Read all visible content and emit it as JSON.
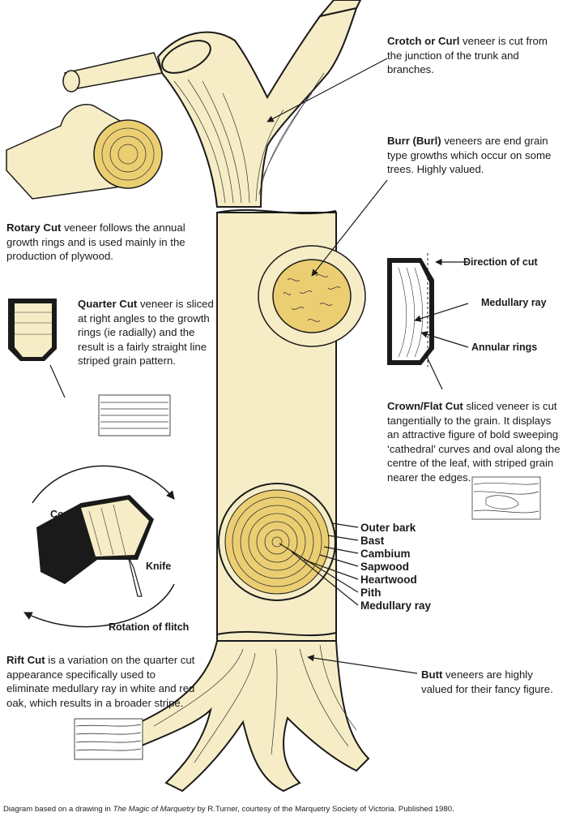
{
  "colors": {
    "wood": "#f6edc6",
    "burl": "#ecce72",
    "outline": "#1a1a1a"
  },
  "callouts": {
    "crotch": {
      "term": "Crotch or Curl",
      "text": " veneer is cut from the junction of the trunk and branches."
    },
    "burr": {
      "term": "Burr (Burl)",
      "text": " veneers are end grain type growths which occur on some trees. Highly valued."
    },
    "rotary": {
      "term": "Rotary Cut",
      "text": " veneer follows the annual growth rings and is used mainly in the production of plywood."
    },
    "quarter": {
      "term": "Quarter Cut",
      "text": " veneer is sliced at right angles to the growth rings (ie radially) and the result is a fairly straight line striped grain pattern."
    },
    "crown": {
      "term": "Crown/Flat Cut",
      "text": " sliced veneer is cut tangentially to the grain. It displays an attractive figure of bold sweeping ‘cathedral’ curves and oval along the centre of the leaf, with striped grain nearer the edges."
    },
    "rift": {
      "term": "Rift Cut",
      "text": " is a variation on the quarter cut appearance specifically used to eliminate medullary ray in white and red oak, which results in a broader stripe."
    },
    "butt": {
      "term": "Butt",
      "text": " veneers are highly valued for their fancy figure."
    }
  },
  "crown_labels": {
    "direction": "Direction of cut",
    "ray": "Medullary ray",
    "rings": "Annular rings"
  },
  "rift_labels": {
    "core": "Core",
    "knife": "Knife",
    "rotation": "Rotation of flitch"
  },
  "cross_section": [
    "Outer bark",
    "Bast",
    "Cambium",
    "Sapwood",
    "Heartwood",
    "Pith",
    "Medullary ray"
  ],
  "caption": {
    "prefix": "Diagram based on a drawing in ",
    "book": "The Magic of Marquetry",
    "suffix": " by R.Turner, courtesy of the Marquetry Society of Victoria. Published 1980."
  }
}
